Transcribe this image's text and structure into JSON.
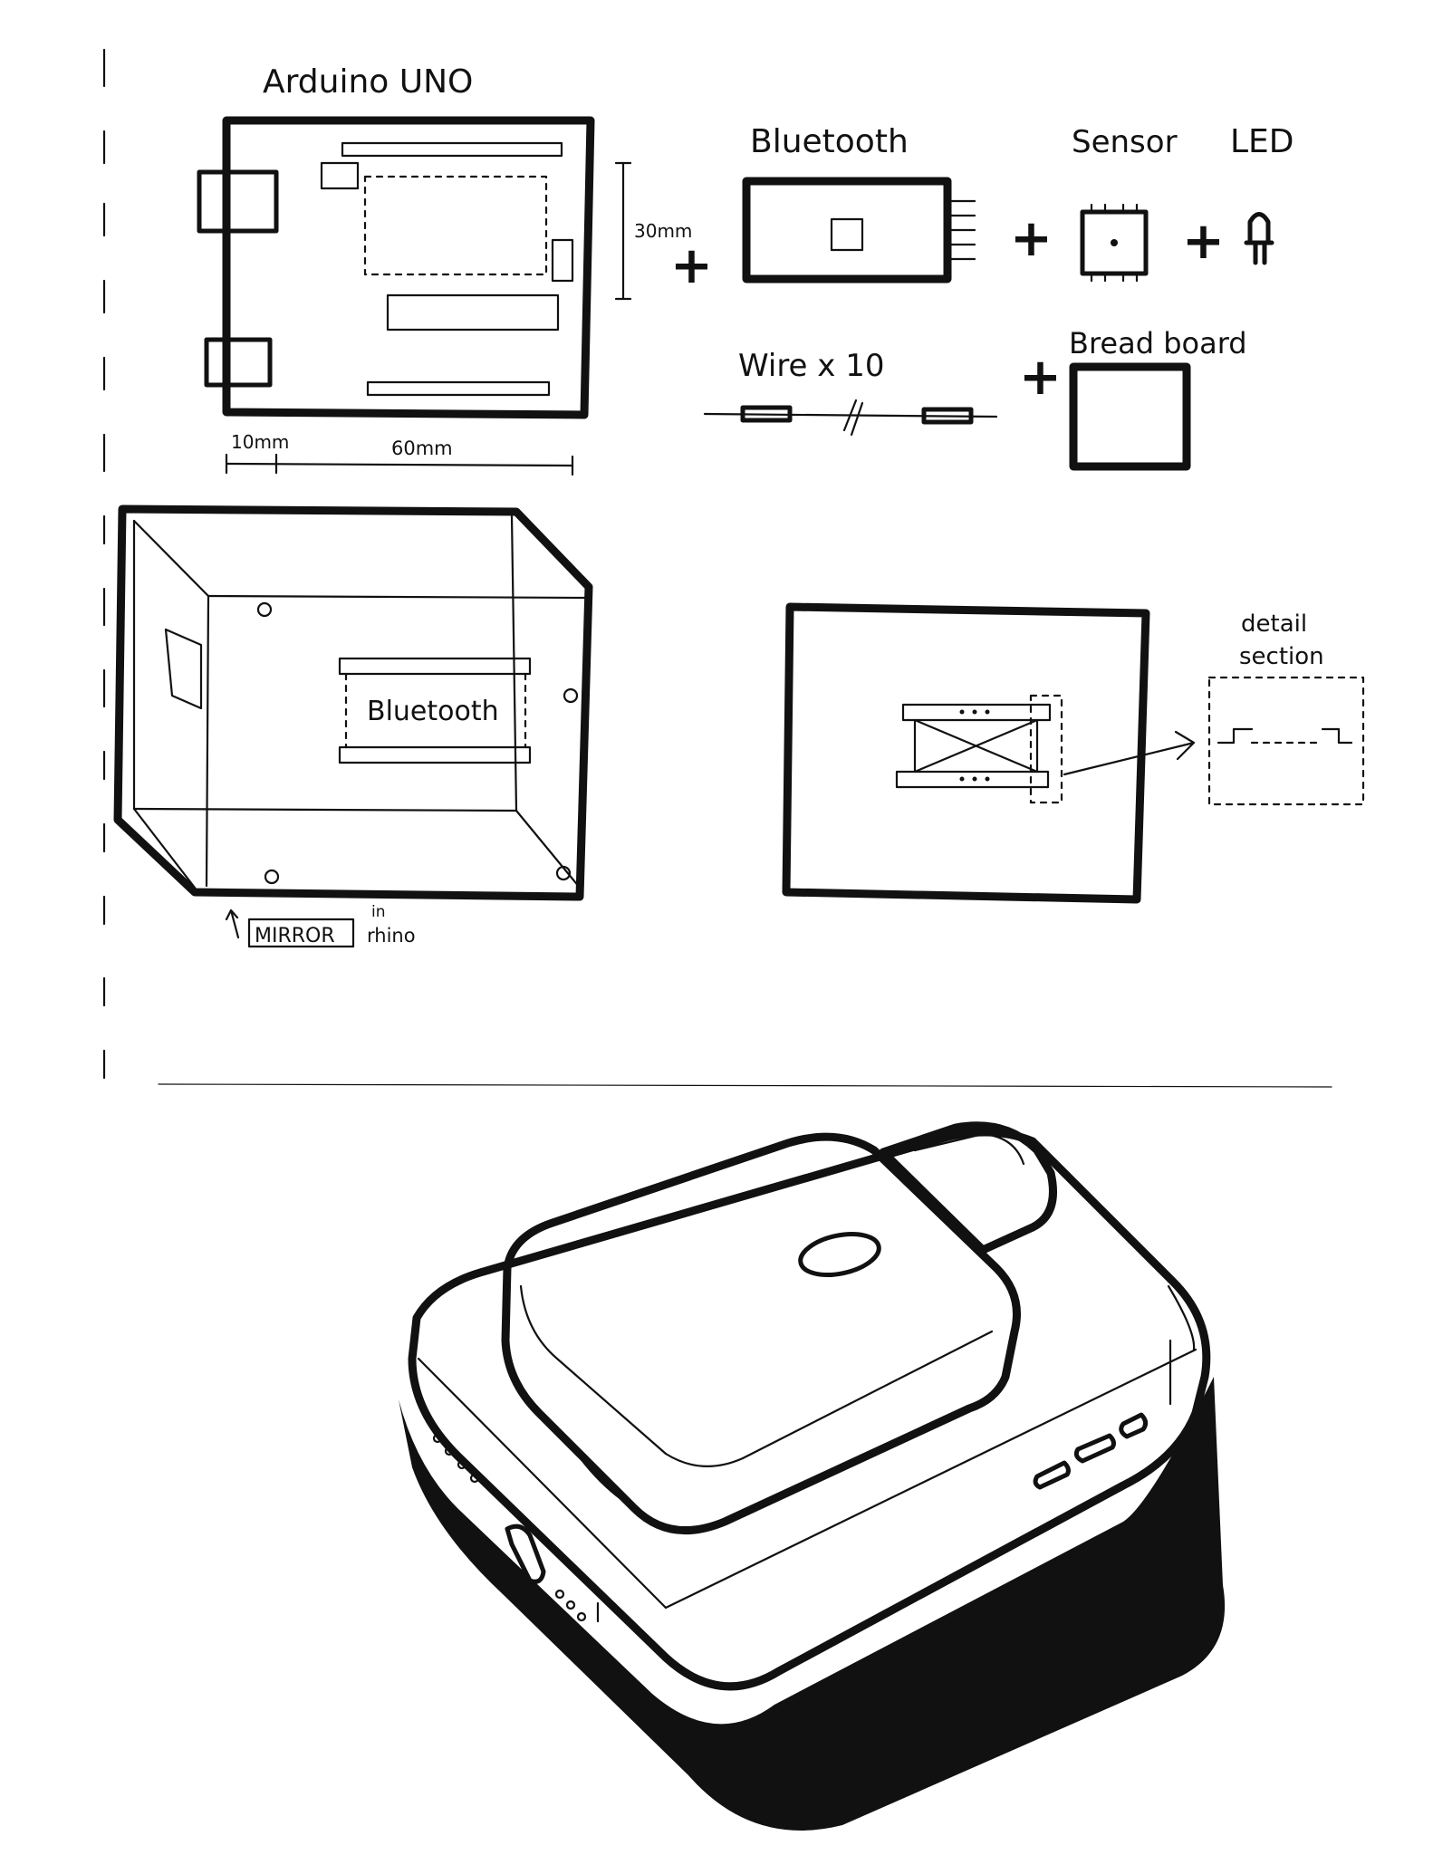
{
  "sketch": {
    "arduino": {
      "title": "Arduino UNO",
      "dim_height": "30mm",
      "dim_left": "10mm",
      "dim_width": "60mm"
    },
    "components": {
      "bluetooth": "Bluetooth",
      "sensor": "Sensor",
      "led": "LED",
      "wire": "Wire x 10",
      "breadboard": "Bread board"
    },
    "plus_sign": "+",
    "enclosure": {
      "inner_label": "Bluetooth",
      "mirror_note": "MIRROR",
      "mirror_suffix_top": "in",
      "mirror_suffix_bottom": "rhino"
    },
    "detail": {
      "label_line1": "detail",
      "label_line2": "section"
    }
  },
  "colors": {
    "ink": "#111111",
    "paper": "#ffffff",
    "margin_ticks": "#333333"
  }
}
